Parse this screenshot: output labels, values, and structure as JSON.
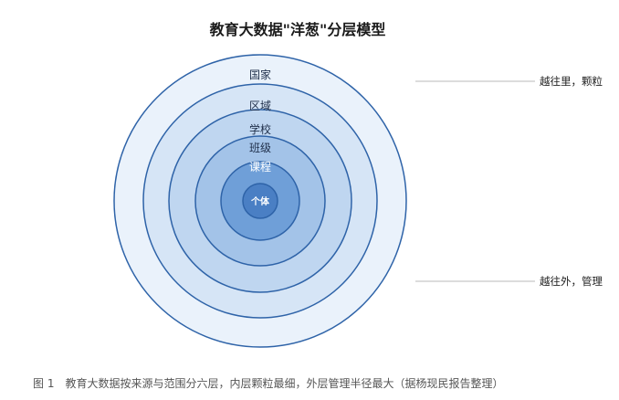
{
  "title": "教育大数据\"洋葱\"分层模型",
  "layers": [
    {
      "label": "国家",
      "fill": "#eaf2fb"
    },
    {
      "label": "区域",
      "fill": "#d6e5f6"
    },
    {
      "label": "学校",
      "fill": "#bfd6f0"
    },
    {
      "label": "班级",
      "fill": "#a3c3e8"
    },
    {
      "label": "课程",
      "fill": "#6f9fd8"
    },
    {
      "label": "个体",
      "fill": "#4a7fc4"
    }
  ],
  "ring_stroke": "#2e63a8",
  "side_notes": {
    "top": "越往里，颗粒",
    "bottom": "越往外，管理"
  },
  "caption": "图 1　教育大数据按来源与范围分六层，内层颗粒最细，外层管理半径最大（据杨现民报告整理）"
}
